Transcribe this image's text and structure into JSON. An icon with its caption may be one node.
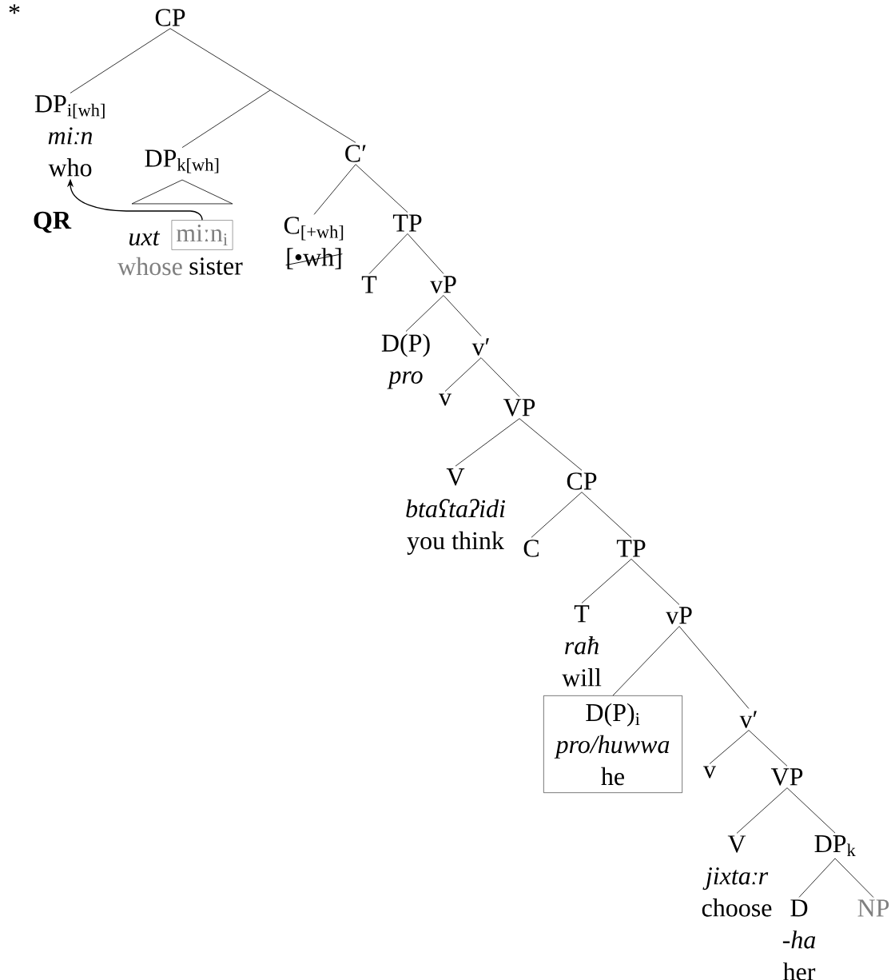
{
  "diagram": {
    "nodes": [
      {
        "text": [
          "CP"
        ]
      },
      {
        "text": [
          "DP$_{i[wh]}$",
          "miːn",
          "who"
        ]
      },
      {
        "text": [
          "DP$_{k[wh]}$"
        ]
      },
      {
        "text": [
          "C′"
        ]
      },
      {
        "text": [
          "miːn$_{i}$"
        ]
      },
      {
        "text": [
          "C$_{[+wh]}$",
          "[•wh]"
        ]
      },
      {
        "text": [
          "TP"
        ]
      },
      {
        "text": [
          "T"
        ]
      },
      {
        "text": [
          "vP"
        ]
      },
      {
        "text": [
          "D(P)",
          "pro"
        ]
      },
      {
        "text": [
          "v′"
        ]
      },
      {
        "text": [
          "v"
        ]
      },
      {
        "text": [
          "VP"
        ]
      },
      {
        "text": [
          "V",
          "btaʕtaʔidi",
          "you think"
        ]
      },
      {
        "text": [
          "CP"
        ]
      },
      {
        "text": [
          "C"
        ]
      },
      {
        "text": [
          "TP"
        ]
      },
      {
        "text": [
          "T",
          "raħ",
          "will"
        ]
      },
      {
        "text": [
          "vP"
        ]
      },
      {
        "text": [
          "D(P)$_{i}$",
          "pro/huwwa",
          "he"
        ]
      },
      {
        "text": [
          "v′"
        ]
      },
      {
        "text": [
          "v"
        ]
      },
      {
        "text": [
          "VP"
        ]
      },
      {
        "text": [
          "V",
          "jixtaːr",
          "choose"
        ]
      },
      {
        "text": [
          "DP$_{k}$"
        ]
      },
      {
        "text": [
          "D",
          "-ha",
          "her"
        ]
      },
      {
        "text": [
          "NP"
        ]
      },
      {
        "text": [],
        "shape": "triangle"
      }
    ],
    "edges": [
      {
        "from": 0,
        "to": 1,
        "arrow": "none"
      },
      {
        "from": 0,
        "to": 3,
        "arrow": "none"
      },
      {
        "from": null,
        "to": 2,
        "arrow": "none"
      },
      {
        "from": 3,
        "to": 5,
        "arrow": "none"
      },
      {
        "from": 3,
        "to": 6,
        "arrow": "none"
      },
      {
        "from": 6,
        "to": 7,
        "arrow": "none"
      },
      {
        "from": 6,
        "to": 8,
        "arrow": "none"
      },
      {
        "from": 8,
        "to": 9,
        "arrow": "none"
      },
      {
        "from": 8,
        "to": 10,
        "arrow": "none"
      },
      {
        "from": 10,
        "to": 11,
        "arrow": "none"
      },
      {
        "from": 10,
        "to": 12,
        "arrow": "none"
      },
      {
        "from": 12,
        "to": 13,
        "arrow": "none"
      },
      {
        "from": 12,
        "to": 14,
        "arrow": "none"
      },
      {
        "from": 14,
        "to": 15,
        "arrow": "none"
      },
      {
        "from": 14,
        "to": 16,
        "arrow": "none"
      },
      {
        "from": 16,
        "to": 17,
        "arrow": "none"
      },
      {
        "from": 16,
        "to": 18,
        "arrow": "none"
      },
      {
        "from": 18,
        "to": 19,
        "arrow": "none"
      },
      {
        "from": 18,
        "to": 20,
        "arrow": "none"
      },
      {
        "from": 20,
        "to": 21,
        "arrow": "none"
      },
      {
        "from": 20,
        "to": 22,
        "arrow": "none"
      },
      {
        "from": 22,
        "to": 23,
        "arrow": "none"
      },
      {
        "from": 22,
        "to": 24,
        "arrow": "none"
      },
      {
        "from": 24,
        "to": 25,
        "arrow": "none"
      },
      {
        "from": 24,
        "to": 26,
        "arrow": "none"
      },
      {
        "from": 4,
        "to": 1,
        "arrow": "to",
        "label": "QR"
      }
    ],
    "labels": [
      "*",
      "uxt",
      "whose",
      "sister"
    ]
  }
}
